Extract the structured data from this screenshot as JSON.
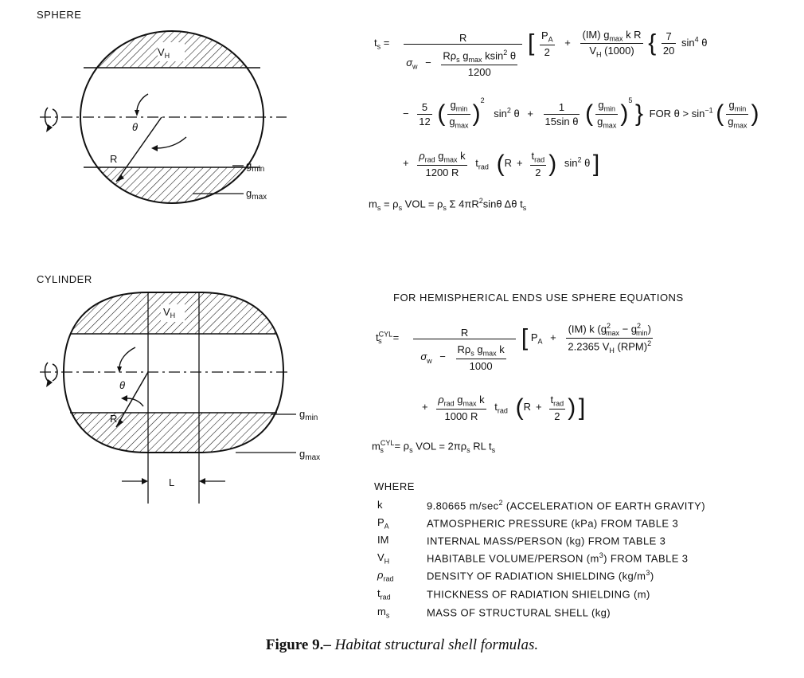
{
  "sphere": {
    "title": "SPHERE",
    "labels": {
      "vh": "V",
      "vh_sub": "H",
      "theta": "θ",
      "r": "R",
      "gmin": "g",
      "gmin_sub": "min",
      "gmax": "g",
      "gmax_sub": "max"
    },
    "eq_ts": {
      "lhs": "t",
      "lhs_sub": "s",
      "num": "R",
      "sigma": "σ",
      "sigma_sub": "w",
      "den_num": "Rρ",
      "den_num_sub": "s",
      "den_num_rest": " g",
      "den_num_rest_sub": "max",
      "den_num_tail": " ksin",
      "den_num_tail_sup": "2",
      "den_num_theta": " θ",
      "den_den": "1200",
      "pa_num": "P",
      "pa_num_sub": "A",
      "pa_den": "2",
      "im_num": "(IM) g",
      "im_num_sub": "max",
      "im_num_tail": " k R",
      "im_den": "V",
      "im_den_sub": "H",
      "im_den_tail": " (1000)",
      "c7": "7",
      "c20": "20",
      "sin4": "sin",
      "sin4_sup": "4",
      "sin4_theta": " θ"
    },
    "eq_line2": {
      "f5": "5",
      "f12": "12",
      "gmin": "g",
      "gmin_sub": "min",
      "gmax": "g",
      "gmax_sub": "max",
      "exp2": "2",
      "sin2": "sin",
      "sin2_sup": "2",
      "sin2_theta": " θ",
      "one": "1",
      "fifteen": "15sin θ",
      "exp5": "5",
      "for_text": "FOR θ > sin",
      "for_sup": "−1"
    },
    "eq_line3": {
      "rho": "ρ",
      "rho_sub": "rad",
      "rho_tail": " g",
      "rho_tail_sub": "max",
      "rho_k": " k",
      "den": "1200 R",
      "trad": "t",
      "trad_sub": "rad",
      "r": "R",
      "trad2": "t",
      "trad2_sub": "rad",
      "two": "2",
      "sin2": "sin",
      "sin2_sup": "2",
      "sin2_theta": " θ"
    },
    "eq_ms": {
      "text": "m",
      "text_sub": "s",
      "rest": " = ρ",
      "rest_sub": "s",
      "rest2": " VOL = ρ",
      "rest2_sub": "s",
      "rest3": " Σ 4πR",
      "rest3_sup": "2",
      "rest4": "sinθ Δθ t",
      "rest4_sub": "s"
    }
  },
  "cylinder": {
    "title": "CYLINDER",
    "labels": {
      "vh": "V",
      "vh_sub": "H",
      "theta": "θ",
      "r": "R",
      "gmin": "g",
      "gmin_sub": "min",
      "gmax": "g",
      "gmax_sub": "max",
      "l": "L"
    },
    "note": "FOR HEMISPHERICAL ENDS USE SPHERE EQUATIONS",
    "eq_t": {
      "lhs": "t",
      "lhs_sup": "CYL",
      "lhs_sub": "s",
      "num": "R",
      "sigma": "σ",
      "sigma_sub": "w",
      "den_num": "Rρ",
      "den_num_sub": "s",
      "den_num_rest": " g",
      "den_num_rest_sub": "max",
      "den_num_tail": " k",
      "den_den": "1000",
      "pa": "P",
      "pa_sub": "A",
      "im_num": "(IM) k (g",
      "im_num_sup1": "2",
      "im_num_sub1": "max",
      "im_num_mid": " − g",
      "im_num_sup2": "2",
      "im_num_sub2": "min",
      "im_num_tail": ")",
      "im_den": "2.2365 V",
      "im_den_sub": "H",
      "im_den_tail": " (RPM)",
      "im_den_sup": "2"
    },
    "eq_line2": {
      "rho": "ρ",
      "rho_sub": "rad",
      "rho_tail": " g",
      "rho_tail_sub": "max",
      "rho_k": " k",
      "den": "1000 R",
      "trad": "t",
      "trad_sub": "rad",
      "r": "R",
      "trad2": "t",
      "trad2_sub": "rad",
      "two": "2"
    },
    "eq_m": {
      "m": "m",
      "m_sup": "CYL",
      "m_sub": "s",
      "rest": " = ρ",
      "rest_sub": "s",
      "rest2": " VOL = 2πρ",
      "rest2_sub": "s",
      "rest3": " RL t",
      "rest3_sub": "s"
    }
  },
  "where": {
    "title": "WHERE",
    "items": [
      {
        "sym": "k",
        "sym_sub": "",
        "def": "9.80665 m/sec",
        "def_sup": "2",
        "def_tail": " (ACCELERATION OF EARTH GRAVITY)"
      },
      {
        "sym": "P",
        "sym_sub": "A",
        "def": "ATMOSPHERIC PRESSURE (kPa) FROM TABLE 3",
        "def_sup": "",
        "def_tail": ""
      },
      {
        "sym": "IM",
        "sym_sub": "",
        "def": "INTERNAL MASS/PERSON (kg) FROM TABLE 3",
        "def_sup": "",
        "def_tail": ""
      },
      {
        "sym": "V",
        "sym_sub": "H",
        "def": "HABITABLE VOLUME/PERSON (m",
        "def_sup": "3",
        "def_tail": ") FROM TABLE 3"
      },
      {
        "sym": "ρ",
        "sym_sub": "rad",
        "def": "DENSITY OF RADIATION SHIELDING (kg/m",
        "def_sup": "3",
        "def_tail": ")"
      },
      {
        "sym": "t",
        "sym_sub": "rad",
        "def": "THICKNESS OF RADIATION SHIELDING (m)",
        "def_sup": "",
        "def_tail": ""
      },
      {
        "sym": "m",
        "sym_sub": "s",
        "def": "MASS OF STRUCTURAL SHELL (kg)",
        "def_sup": "",
        "def_tail": ""
      }
    ]
  },
  "caption": {
    "number": "Figure 9.–",
    "text": " Habitat structural shell formulas."
  }
}
